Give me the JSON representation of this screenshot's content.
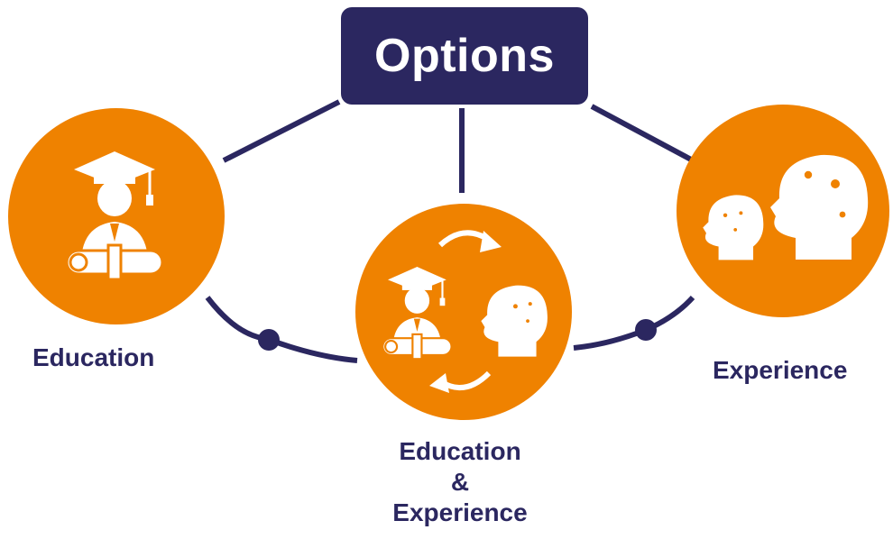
{
  "title": "Options",
  "nodes": {
    "education": {
      "label": "Education"
    },
    "both": {
      "line1": "Education",
      "line2": "&",
      "line3": "Experience"
    },
    "experience": {
      "label": "Experience"
    }
  },
  "colors": {
    "navy": "#2b2760",
    "orange": "#ef8200",
    "white": "#ffffff"
  },
  "icons": {
    "education": "graduate-icon",
    "both": "graduate-and-thinking-head-icon",
    "experience": "thinking-heads-gears-icon"
  }
}
